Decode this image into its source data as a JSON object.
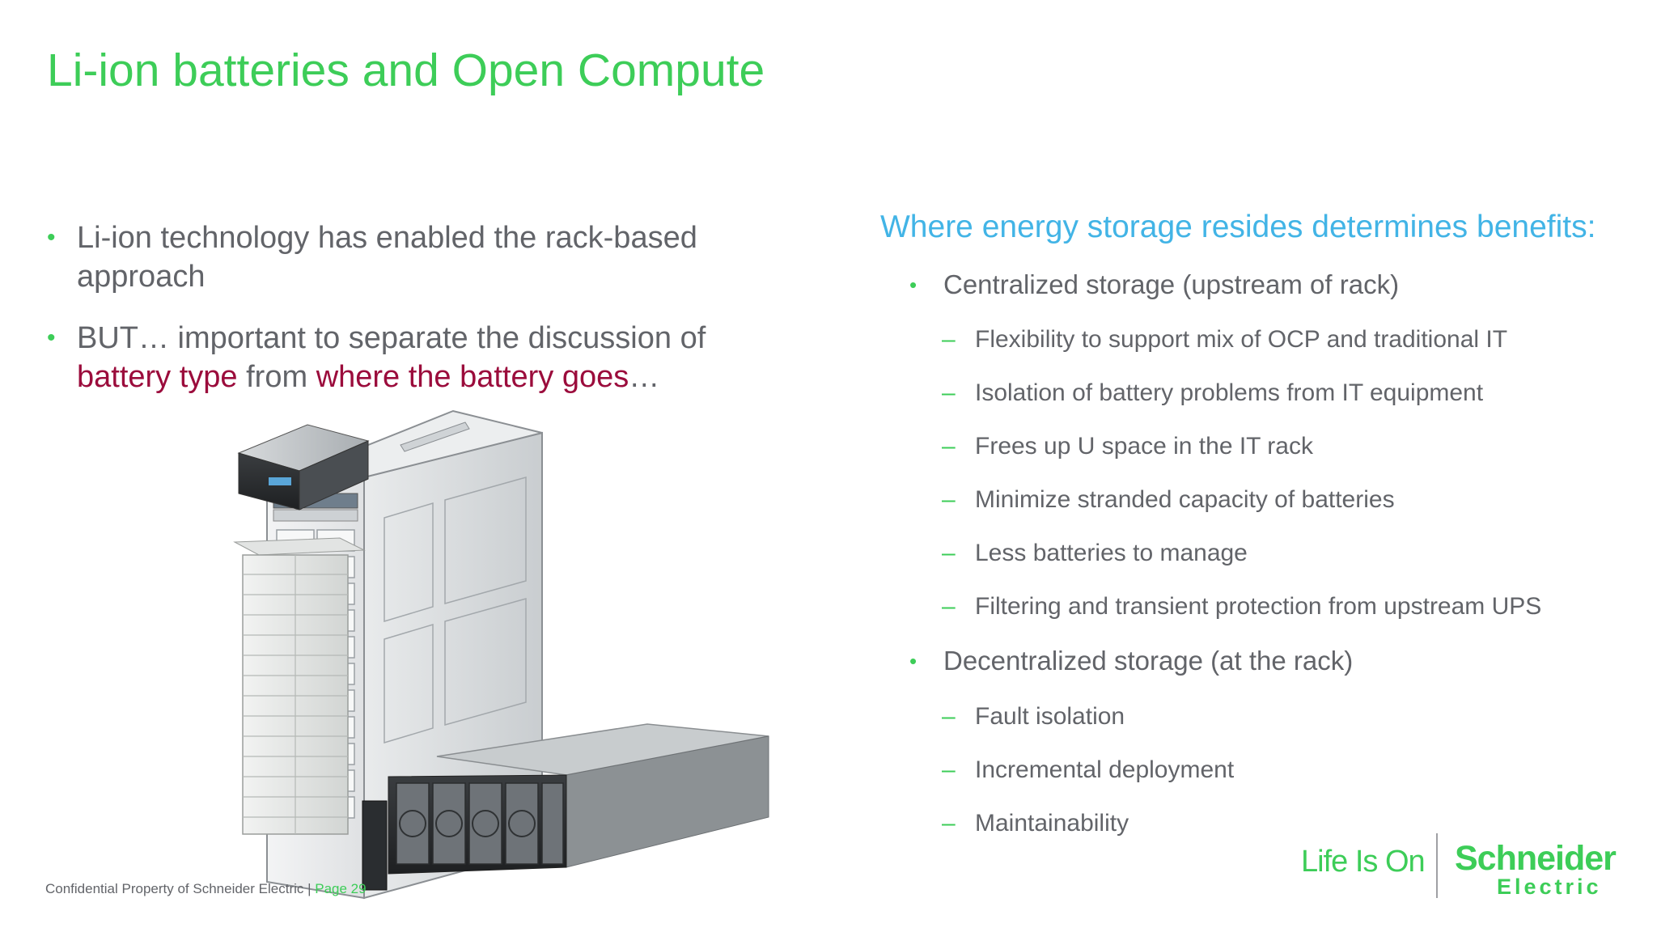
{
  "slide": {
    "title": "Li-ion batteries and Open Compute",
    "left_bullets": [
      {
        "line1": "Li-ion technology has enabled the rack-based",
        "line2": "approach"
      },
      {
        "line1": "BUT… important to separate the discussion of",
        "em1": "battery type",
        "mid": " from ",
        "em2": "where the battery goes",
        "end": "…"
      }
    ],
    "right_heading": "Where energy storage resides determines benefits:",
    "right_bullets": [
      {
        "label": "Centralized storage (upstream of rack)",
        "subs": [
          "Flexibility to support mix of OCP and traditional IT",
          "Isolation of battery problems from IT equipment",
          "Frees up U space in the IT rack",
          "Minimize stranded capacity of batteries",
          "Less batteries to manage",
          "Filtering and transient protection from upstream UPS"
        ]
      },
      {
        "label": "Decentralized storage (at the rack)",
        "subs": [
          "Fault isolation",
          "Incremental deployment",
          "Maintainability"
        ]
      }
    ],
    "bullet_glyph": "•",
    "dash_glyph": "–",
    "footer": {
      "text": "Confidential Property of Schneider Electric | ",
      "page": "Page 29"
    },
    "branding": {
      "tagline": "Life Is On",
      "brand_top": "Schneider",
      "brand_bottom": "Electric"
    }
  },
  "colors": {
    "title": "#3dcd58",
    "accent_blue": "#42b4e6",
    "body_text": "#626469",
    "emphasis": "#9b0c3c",
    "bullet": "#3dcd58"
  }
}
